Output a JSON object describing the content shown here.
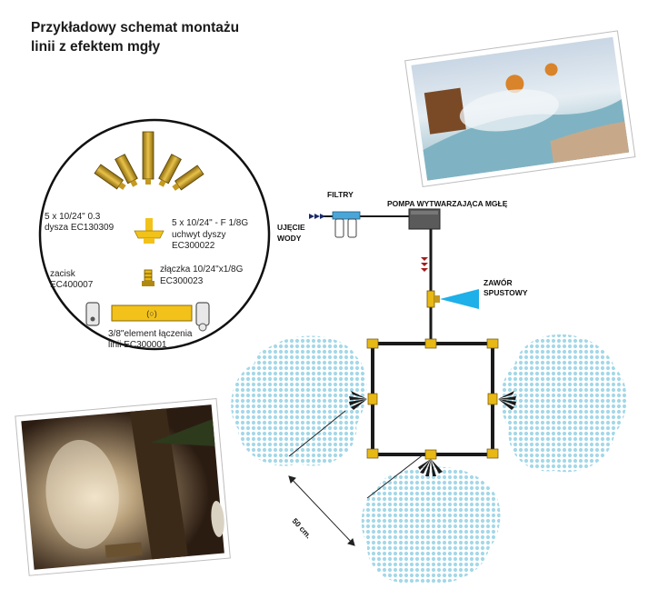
{
  "title_line1": "Przykładowy schemat montażu",
  "title_line2": "linii z efektem mgły",
  "parts": {
    "nozzle_l1": "5 x 10/24\" 0.3",
    "nozzle_l2": "dysza EC130309",
    "holder_l1": "5 x 10/24\" - F 1/8G",
    "holder_l2": "uchwyt dyszy",
    "holder_l3": "EC300022",
    "clamp_l1": "zacisk",
    "clamp_l2": "EC400007",
    "connector_l1": "złączka 10/24\"x1/8G",
    "connector_l2": "EC300023",
    "line_l1": "3/8\"element łączenia",
    "line_l2": "linii EC300001"
  },
  "labels": {
    "filters": "FILTRY",
    "pump": "POMPA WYTWARZAJĄCA MGŁĘ",
    "water_intake_l1": "UJĘCIE",
    "water_intake_l2": "WODY",
    "valve_l1": "ZAWÓR",
    "valve_l2": "SPUSTOWY",
    "distance": "50 cm."
  },
  "colors": {
    "pipe": "#1a1a1a",
    "fitting": "#e8b814",
    "valve_spray": "#1eb0e8",
    "mist_dots": "#9fd6e6",
    "arrows": "#1b2a6b",
    "flow_arrows": "#a31c1c"
  }
}
